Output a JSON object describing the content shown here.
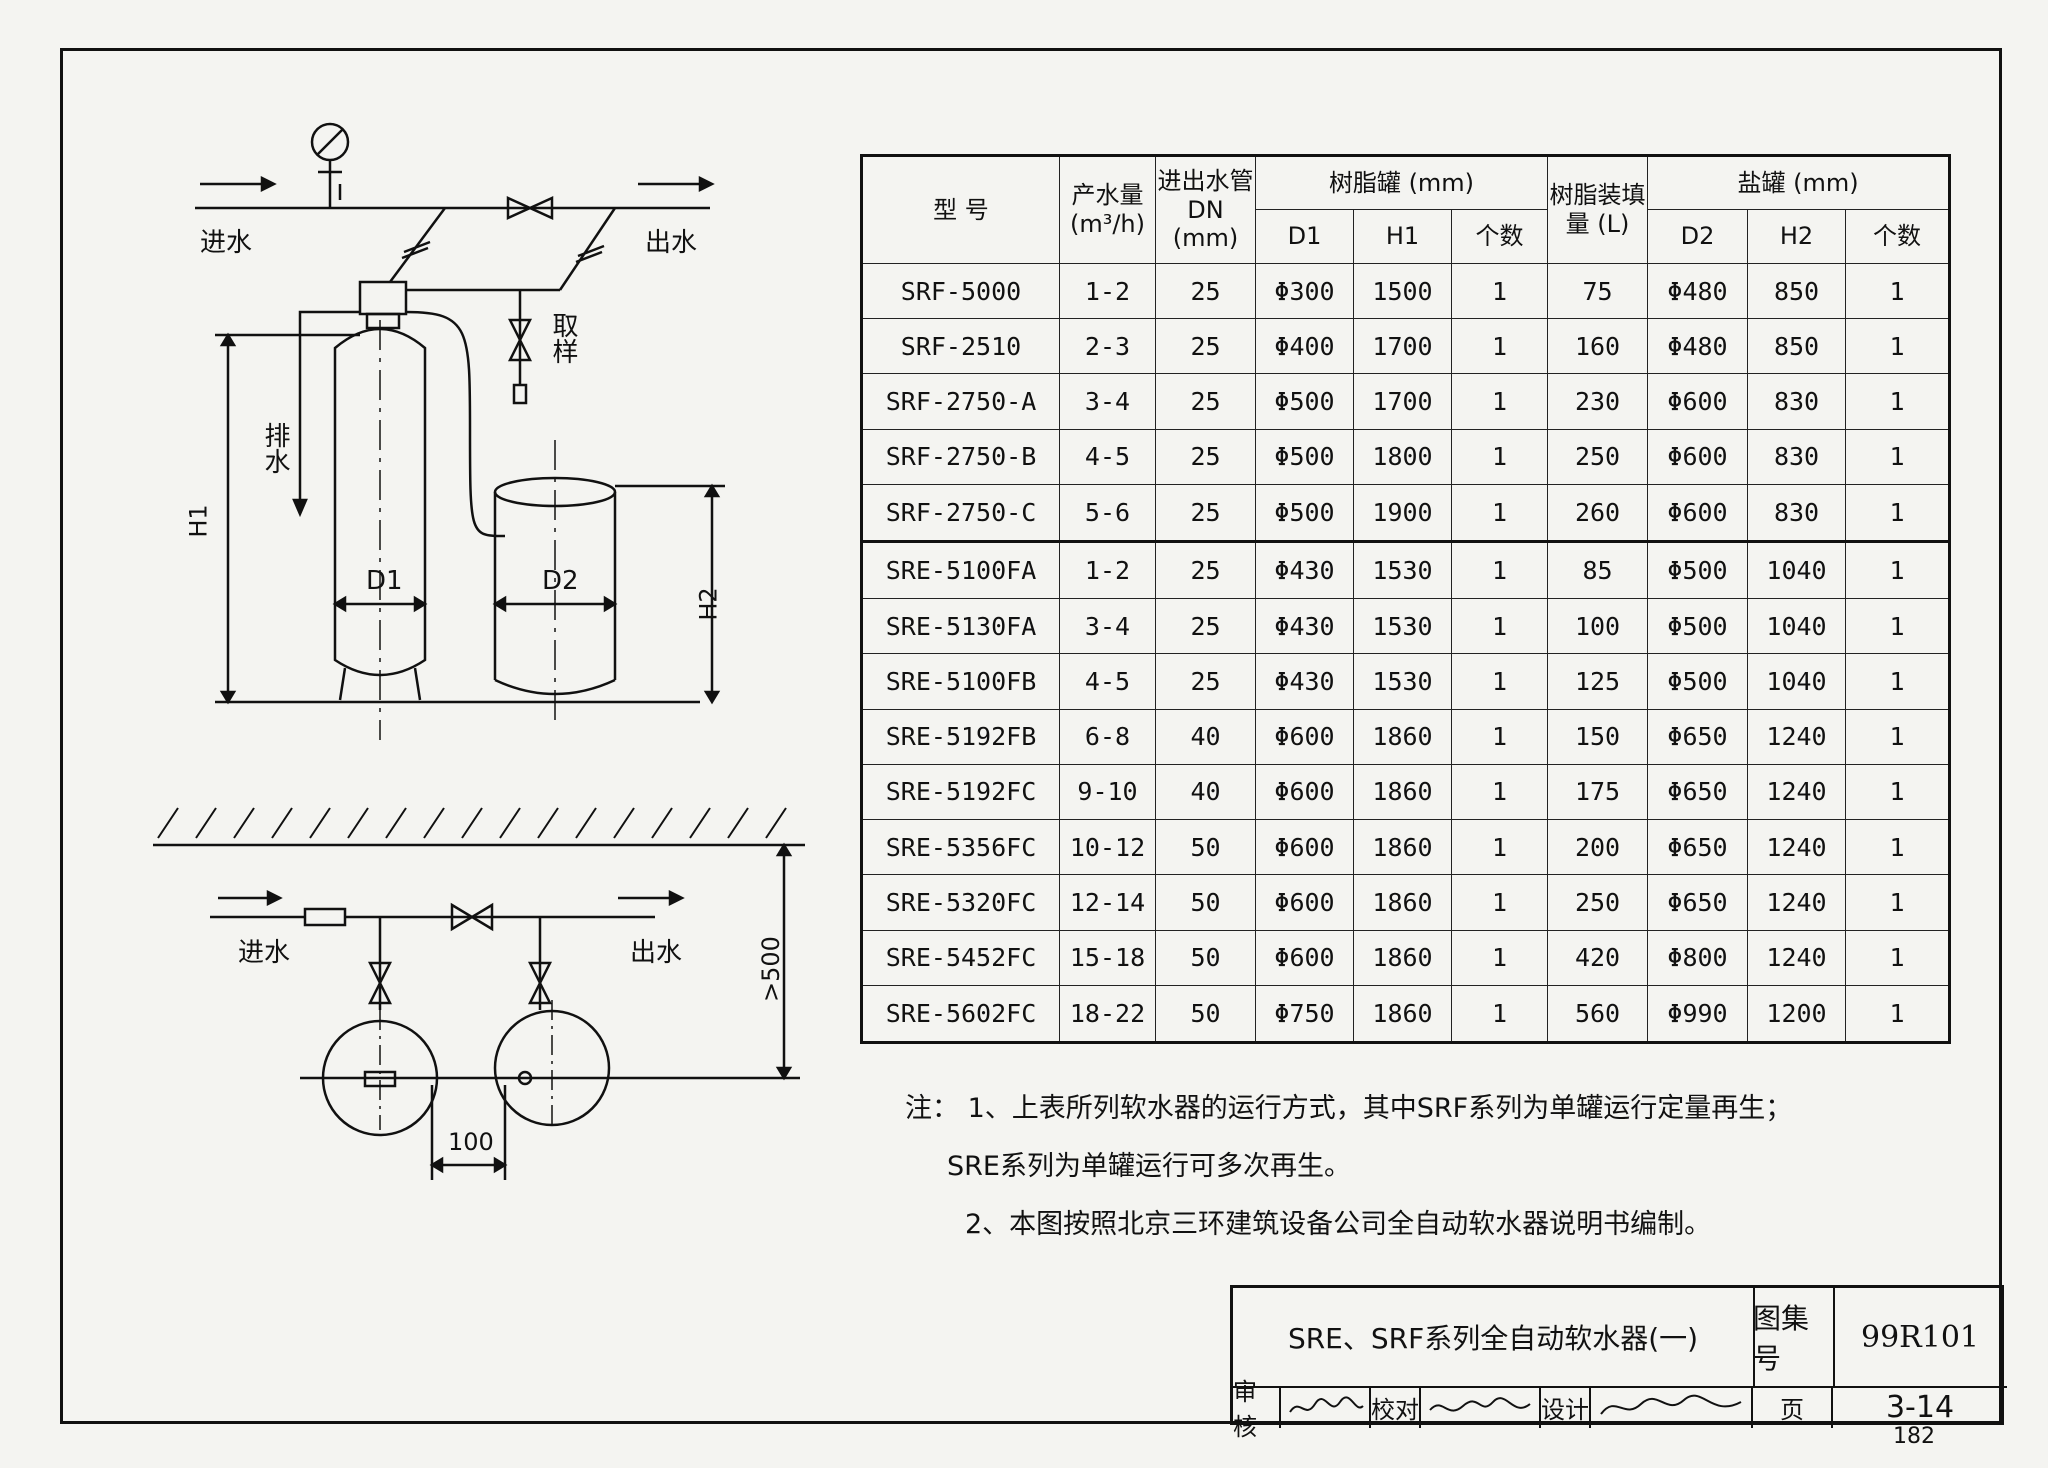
{
  "diagram": {
    "inlet": "进水",
    "outlet": "出水",
    "drain": "排水",
    "sample": "取样",
    "d1": "D1",
    "d2": "D2",
    "h1": "H1",
    "h2": "H2",
    "inlet_plan": "进水",
    "outlet_plan": "出水",
    "dim_100": "100",
    "dim_500": ">500"
  },
  "table": {
    "headers": {
      "model": "型 号",
      "flow": "产水量",
      "flow_unit": "(m³/h)",
      "pipe": "进出水管",
      "pipe_dn": "DN",
      "pipe_unit": "(mm)",
      "resin_tank": "树脂罐 (mm)",
      "d1": "D1",
      "h1": "H1",
      "count1": "个数",
      "resin_fill": "树脂装填",
      "resin_fill_unit": "量 (L)",
      "salt_tank": "盐罐 (mm)",
      "d2": "D2",
      "h2": "H2",
      "count2": "个数"
    },
    "rows": [
      [
        "SRF-5000",
        "1-2",
        "25",
        "Φ300",
        "1500",
        "1",
        "75",
        "Φ480",
        "850",
        "1"
      ],
      [
        "SRF-2510",
        "2-3",
        "25",
        "Φ400",
        "1700",
        "1",
        "160",
        "Φ480",
        "850",
        "1"
      ],
      [
        "SRF-2750-A",
        "3-4",
        "25",
        "Φ500",
        "1700",
        "1",
        "230",
        "Φ600",
        "830",
        "1"
      ],
      [
        "SRF-2750-B",
        "4-5",
        "25",
        "Φ500",
        "1800",
        "1",
        "250",
        "Φ600",
        "830",
        "1"
      ],
      [
        "SRF-2750-C",
        "5-6",
        "25",
        "Φ500",
        "1900",
        "1",
        "260",
        "Φ600",
        "830",
        "1"
      ],
      [
        "SRE-5100FA",
        "1-2",
        "25",
        "Φ430",
        "1530",
        "1",
        "85",
        "Φ500",
        "1040",
        "1"
      ],
      [
        "SRE-5130FA",
        "3-4",
        "25",
        "Φ430",
        "1530",
        "1",
        "100",
        "Φ500",
        "1040",
        "1"
      ],
      [
        "SRE-5100FB",
        "4-5",
        "25",
        "Φ430",
        "1530",
        "1",
        "125",
        "Φ500",
        "1040",
        "1"
      ],
      [
        "SRE-5192FB",
        "6-8",
        "40",
        "Φ600",
        "1860",
        "1",
        "150",
        "Φ650",
        "1240",
        "1"
      ],
      [
        "SRE-5192FC",
        "9-10",
        "40",
        "Φ600",
        "1860",
        "1",
        "175",
        "Φ650",
        "1240",
        "1"
      ],
      [
        "SRE-5356FC",
        "10-12",
        "50",
        "Φ600",
        "1860",
        "1",
        "200",
        "Φ650",
        "1240",
        "1"
      ],
      [
        "SRE-5320FC",
        "12-14",
        "50",
        "Φ600",
        "1860",
        "1",
        "250",
        "Φ650",
        "1240",
        "1"
      ],
      [
        "SRE-5452FC",
        "15-18",
        "50",
        "Φ600",
        "1860",
        "1",
        "420",
        "Φ800",
        "1240",
        "1"
      ],
      [
        "SRE-5602FC",
        "18-22",
        "50",
        "Φ750",
        "1860",
        "1",
        "560",
        "Φ990",
        "1200",
        "1"
      ]
    ]
  },
  "notes": {
    "line1": "注： 1、上表所列软水器的运行方式，其中SRF系列为单罐运行定量再生；",
    "line2": "SRE系列为单罐运行可多次再生。",
    "line3": "2、本图按照北京三环建筑设备公司全自动软水器说明书编制。"
  },
  "titleblock": {
    "title": "SRE、SRF系列全自动软水器(一)",
    "atlas_label": "图集号",
    "atlas_no": "99R101",
    "review": "审核",
    "check": "校对",
    "design": "设计",
    "page_label": "页",
    "page_no": "3-14"
  },
  "sheet_number": "182"
}
